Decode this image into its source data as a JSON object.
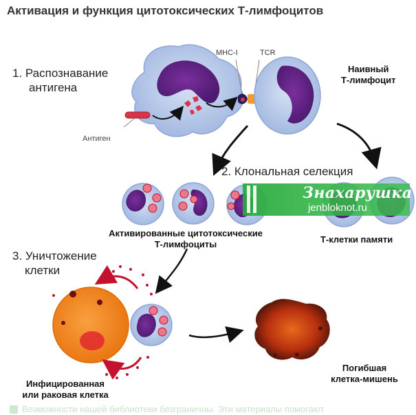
{
  "title": "Активация и функция цитотоксических Т-лимфоцитов",
  "step1": {
    "line1": "1. Распознавание",
    "line2": "антигена"
  },
  "step2": "2. Клональная селекция",
  "step3": {
    "line1": "3. Уничтожение",
    "line2": "клетки"
  },
  "labels": {
    "mhc": "MHC-I",
    "tcr": "TCR",
    "antigen": "Антиген",
    "naive_line1": "Наивный",
    "naive_line2": "Т-лимфоцит",
    "activated_line1": "Активированные цитотоксические",
    "activated_line2": "Т-лимфоциты",
    "memory": "Т-клетки памяти",
    "infected_line1": "Инфицированная",
    "infected_line2": "или раковая клетка",
    "dying_line1": "Погибшая",
    "dying_line2": "клетка-мишень"
  },
  "watermark": {
    "brand": "Знахарушка",
    "site": "jenbloknot.ru",
    "bottom": "Возможности нашей библиотеки безграничны. Эти материалы помогают"
  },
  "colors": {
    "cell_fill": "#c5d3ee",
    "nucleus": "#6b2a8f",
    "antigen": "#d9344a",
    "target": "#f28a1f",
    "watermark": "#34b34a"
  }
}
